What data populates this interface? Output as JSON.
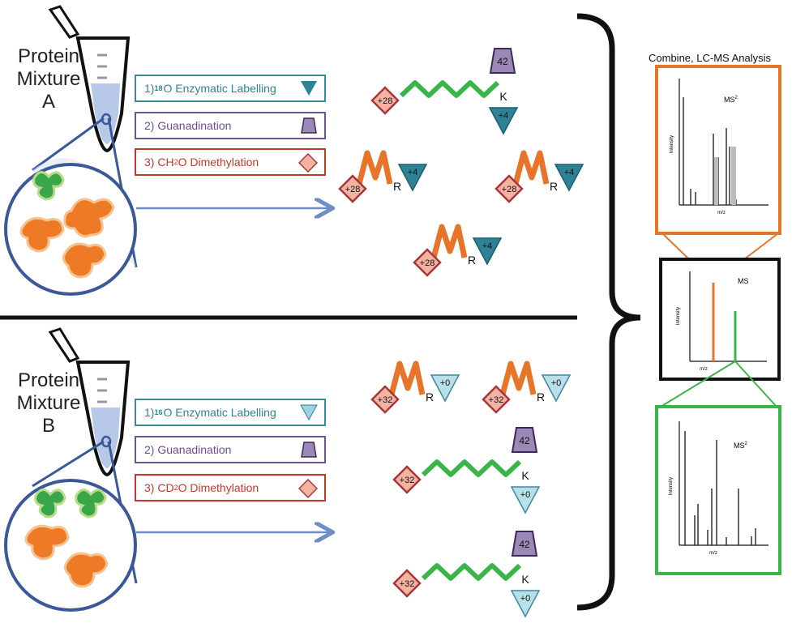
{
  "colors": {
    "purple": "#9b88b6",
    "purple_border": "#5b4a78",
    "teal": "#2e8296",
    "teal_light": "#bde1ea",
    "salmon": "#f3b3a3",
    "salmon_border": "#a8373a",
    "green": "#3ab54a",
    "orange": "#e8742a",
    "blue": "#6e8ec9"
  },
  "mixtures": [
    {
      "title_l1": "Protein",
      "title_l2": "Mixture",
      "title_l3": "A",
      "steps": [
        {
          "prefix": "1) ",
          "sup": "18",
          "rest": "O Enzymatic Labelling"
        },
        {
          "text": "2) Guanadination"
        },
        {
          "pre": "3) CH",
          "sub": "2",
          "post": "O Dimethylation"
        }
      ],
      "peptides": [
        {
          "type": "K",
          "n_term": "+28",
          "guan": "42",
          "c_term": "+4",
          "res": "K"
        },
        {
          "type": "R",
          "n_term": "+28",
          "c_term": "+4",
          "res": "R"
        },
        {
          "type": "R",
          "n_term": "+28",
          "c_term": "+4",
          "res": "R"
        },
        {
          "type": "R",
          "n_term": "+28",
          "c_term": "+4",
          "res": "R"
        }
      ]
    },
    {
      "title_l1": "Protein",
      "title_l2": "Mixture",
      "title_l3": "B",
      "steps": [
        {
          "prefix": "1) ",
          "sup": "16",
          "rest": "O Enzymatic Labelling"
        },
        {
          "text": "2) Guanadination"
        },
        {
          "pre": "3) CD",
          "sub": "2",
          "post": "O Dimethylation"
        }
      ],
      "peptides": [
        {
          "type": "R",
          "n_term": "+32",
          "c_term": "+0",
          "res": "R"
        },
        {
          "type": "R",
          "n_term": "+32",
          "c_term": "+0",
          "res": "R"
        },
        {
          "type": "K",
          "n_term": "+32",
          "guan": "42",
          "c_term": "+0",
          "res": "K"
        },
        {
          "type": "K",
          "n_term": "+32",
          "guan": "42",
          "c_term": "+0",
          "res": "K"
        }
      ]
    }
  ],
  "analysis": {
    "title": "Combine, LC-MS Analysis",
    "ms2_top": {
      "label": "MS",
      "sup": "2",
      "ylabel": "Intensity",
      "xlabel": "m/z"
    },
    "ms": {
      "label": "MS",
      "ylabel": "Intensity",
      "xlabel": "m/z"
    },
    "ms2_bottom": {
      "label": "MS",
      "sup": "2",
      "ylabel": "Intensity",
      "xlabel": "m/z"
    }
  }
}
